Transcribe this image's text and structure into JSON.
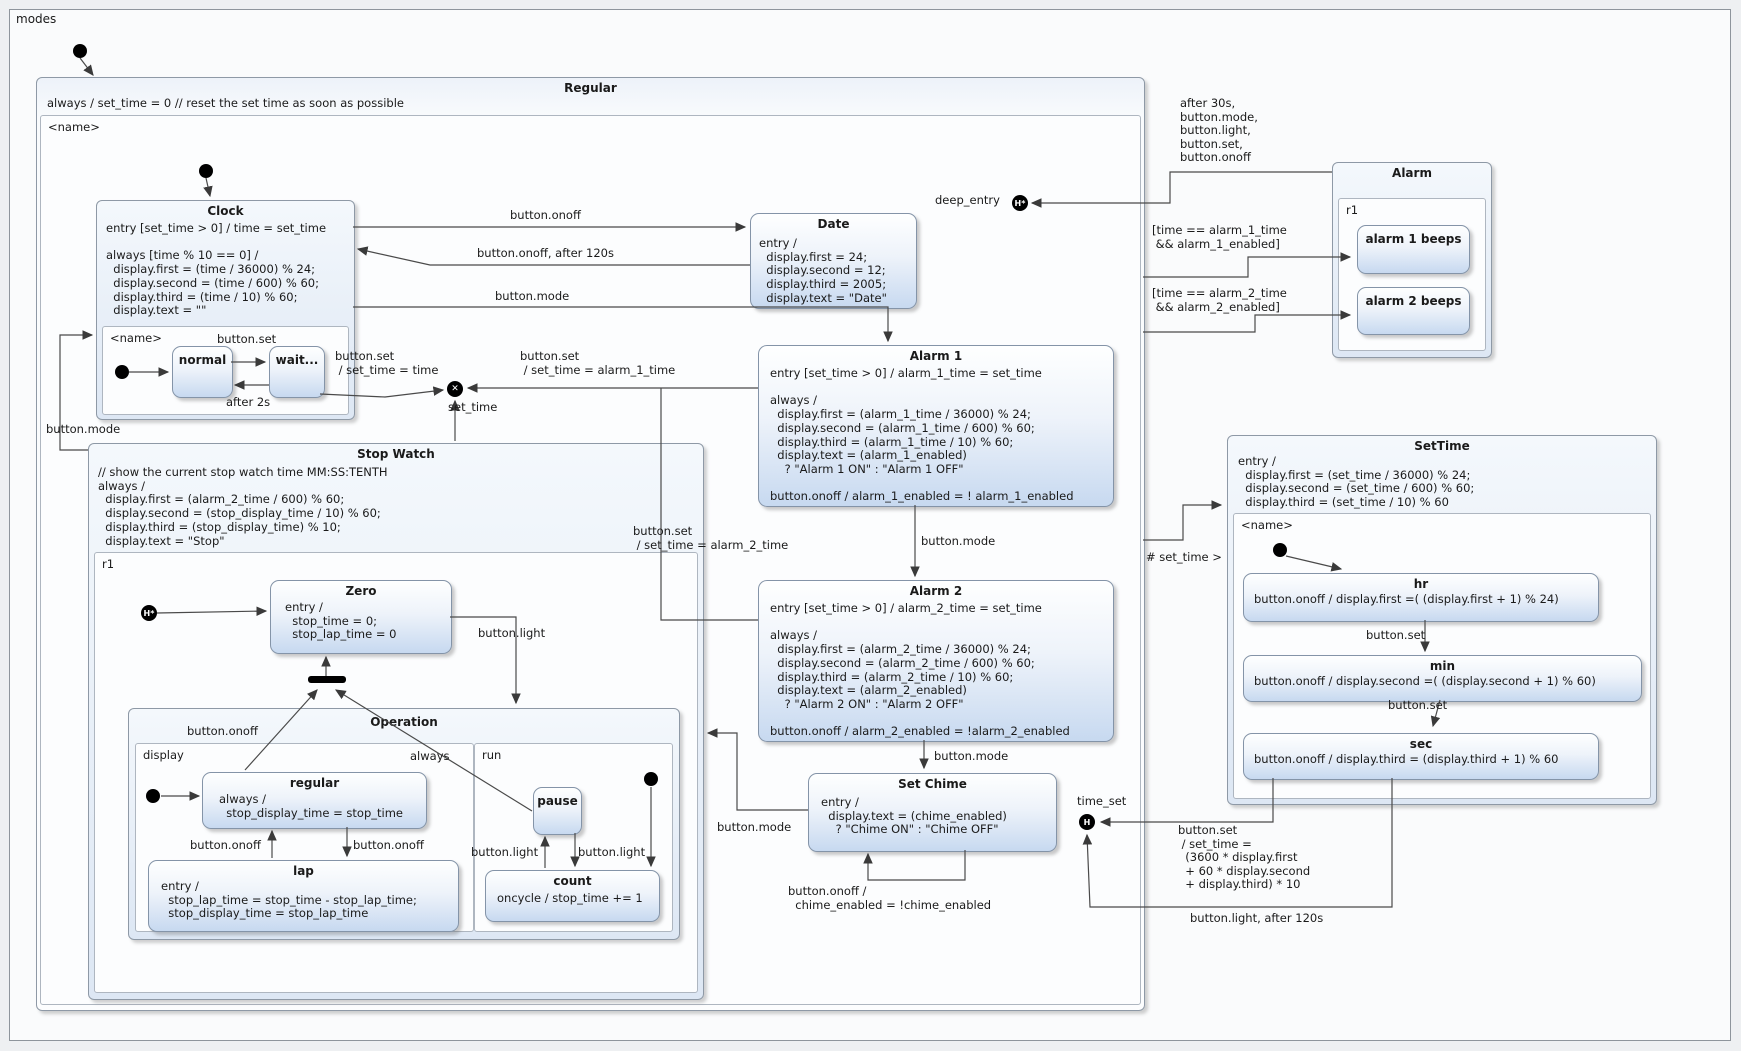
{
  "window": {
    "diagram_label": "modes"
  },
  "nodes": {
    "deep_history": "H*",
    "shallow_history": "H",
    "exit_x": "✕"
  },
  "regular": {
    "title": "Regular",
    "always": "always / set_time = 0 // reset the set time as soon as possible",
    "region_label": "<name>"
  },
  "clock": {
    "title": "Clock",
    "body": "entry [set_time > 0] / time = set_time\n \nalways [time % 10 == 0] /\n  display.first = (time / 36000) % 24;\n  display.second = (time / 600) % 60;\n  display.third = (time / 10) % 60;\n  display.text = \"\"",
    "region_label": "<name>",
    "normal": "normal",
    "wait": "wait..."
  },
  "date": {
    "title": "Date",
    "body": "entry /\n  display.first = 24;\n  display.second = 12;\n  display.third = 2005;\n  display.text = \"Date\""
  },
  "alarm1": {
    "title": "Alarm 1",
    "body": "entry [set_time > 0] / alarm_1_time = set_time\n \nalways /\n  display.first = (alarm_1_time / 36000) % 24;\n  display.second = (alarm_1_time / 600) % 60;\n  display.third = (alarm_1_time / 10) % 60;\n  display.text = (alarm_1_enabled)\n    ? \"Alarm 1 ON\" : \"Alarm 1 OFF\"\n \nbutton.onoff / alarm_1_enabled = ! alarm_1_enabled"
  },
  "alarm2": {
    "title": "Alarm 2",
    "body": "entry [set_time > 0] / alarm_2_time = set_time\n \nalways /\n  display.first = (alarm_2_time / 36000) % 24;\n  display.second = (alarm_2_time / 600) % 60;\n  display.third = (alarm_2_time / 10) % 60;\n  display.text = (alarm_2_enabled)\n    ? \"Alarm 2 ON\" : \"Alarm 2 OFF\"\n \nbutton.onoff / alarm_2_enabled = !alarm_2_enabled"
  },
  "setchime": {
    "title": "Set Chime",
    "body": "entry /\n  display.text = (chime_enabled)\n    ? \"Chime ON\" : \"Chime OFF\""
  },
  "stopwatch": {
    "title": "Stop Watch",
    "body": "// show the current stop watch time MM:SS:TENTH\nalways /\n  display.first = (alarm_2_time / 600) % 60;\n  display.second = (stop_display_time / 10) % 60;\n  display.third = (stop_display_time) % 10;\n  display.text = \"Stop\"",
    "region_label": "r1"
  },
  "zero": {
    "title": "Zero",
    "body": "entry /\n  stop_time = 0;\n  stop_lap_time = 0"
  },
  "operation": {
    "title": "Operation",
    "display_region": "display",
    "run_region": "run"
  },
  "regular_sub": {
    "title": "regular",
    "body": "always /\n  stop_display_time = stop_time"
  },
  "lap": {
    "title": "lap",
    "body": "entry /\n  stop_lap_time = stop_time - stop_lap_time;\n  stop_display_time = stop_lap_time"
  },
  "pause": {
    "title": "pause"
  },
  "count": {
    "title": "count",
    "body": "oncycle / stop_time += 1"
  },
  "settime": {
    "title": "SetTime",
    "body": "entry /\n  display.first = (set_time / 36000) % 24;\n  display.second = (set_time / 600) % 60;\n  display.third = (set_time / 10) % 60",
    "region_label": "<name>"
  },
  "hr": {
    "title": "hr",
    "body": "button.onoff / display.first =( (display.first + 1) % 24)"
  },
  "min": {
    "title": "min",
    "body": "button.onoff / display.second =( (display.second + 1) % 60)"
  },
  "sec": {
    "title": "sec",
    "body": "button.onoff / display.third = (display.third + 1) % 60"
  },
  "alarm": {
    "title": "Alarm",
    "region_label": "r1",
    "beep1": "alarm 1 beeps",
    "beep2": "alarm 2 beeps"
  },
  "labels": {
    "onoff": "button.onoff",
    "onoff_after120": "button.onoff, after 120s",
    "mode": "button.mode",
    "set": "button.set",
    "after2s": "after 2s",
    "set_time_time": "button.set\n / set_time = time",
    "set_time_a1": "button.set\n / set_time = alarm_1_time",
    "exit_name": "set_time",
    "set_time_a2": "button.set\n / set_time = alarm_2_time",
    "chime_toggle": "button.onoff /\n  chime_enabled = !chime_enabled",
    "light": "button.light",
    "always": "always",
    "after30_block": "after 30s,\nbutton.mode,\nbutton.light,\nbutton.set,\nbutton.onoff",
    "deep_entry": "deep_entry",
    "guard_a1": "[time == alarm_1_time\n && alarm_1_enabled]",
    "guard_a2": "[time == alarm_2_time\n && alarm_2_enabled]",
    "hash_set_time": "# set_time >",
    "time_set": "time_set",
    "big_set": "button.set\n / set_time =\n  (3600 * display.first\n  + 60 * display.second\n  + display.third) * 10",
    "light_after120": "button.light, after 120s"
  }
}
